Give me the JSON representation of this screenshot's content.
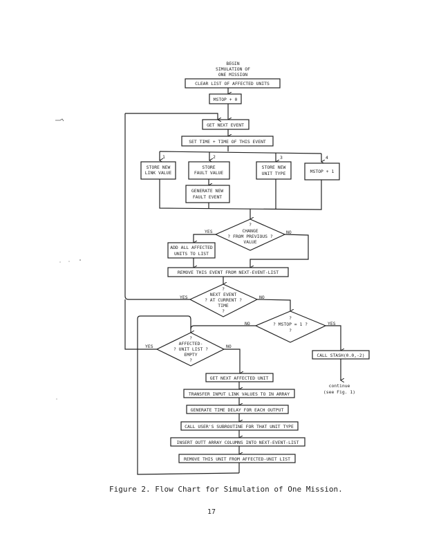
{
  "figure": {
    "title_lines": [
      "BEGIN",
      "SIMULATION OF",
      "ONE MISSION"
    ],
    "boxes": {
      "clear_list": "CLEAR LIST OF AFFECTED UNITS",
      "mstop_zero": "MSTOP + 0",
      "get_next_event": "GET NEXT EVENT",
      "set_time": "SET TIME + TIME OF THIS EVENT",
      "store_link": [
        "STORE NEW",
        "LINK VALUE"
      ],
      "store_fault": [
        "STORE",
        "FAULT VALUE"
      ],
      "generate_fault": [
        "GENERATE NEW",
        "FAULT EVENT"
      ],
      "store_unit": [
        "STORE NEW",
        "UNIT TYPE"
      ],
      "mstop_one": "MSTOP + 1",
      "add_affected": [
        "ADD ALL AFFECTED",
        "UNITS TO LIST"
      ],
      "remove_event": "REMOVE THIS EVENT FROM NEXT-EVENT-LIST",
      "call_stash": "CALL STASH(0.0,-2)",
      "get_next_unit": "GET NEXT AFFECTED UNIT",
      "transfer_input": "TRANSFER INPUT LINK VALUES TO IN ARRAY",
      "generate_delay": "GENERATE TIME DELAY FOR EACH OUTPUT",
      "call_user": "CALL USER'S SUBROUTINE FOR THAT UNIT TYPE",
      "insert_outt": "INSERT OUTT ARRAY COLUMNS INTO NEXT-EVENT-LIST",
      "remove_unit": "REMOVE THIS UNIT FROM AFFECTED-UNIT LIST"
    },
    "branch_numbers": [
      "1",
      "2",
      "3",
      "4"
    ],
    "decisions": {
      "change": [
        "?",
        "CHANGE",
        "? FROM PREVIOUS ?",
        "VALUE"
      ],
      "next_event": [
        "?",
        "NEXT EVENT",
        "? AT CURRENT ?",
        "TIME",
        "?"
      ],
      "mstop": [
        "?",
        "? MSTOP = 1 ?",
        "?"
      ],
      "affected": [
        "?",
        "AFFECTED-",
        "? UNIT LIST ?",
        "EMPTY",
        "?"
      ]
    },
    "labels": {
      "yes": "YES",
      "no": "NO"
    },
    "continue_lines": [
      "continue",
      "(see Fig. 1)"
    ],
    "caption": "Figure 2. Flow Chart for Simulation of One Mission.",
    "page_number": "17"
  }
}
